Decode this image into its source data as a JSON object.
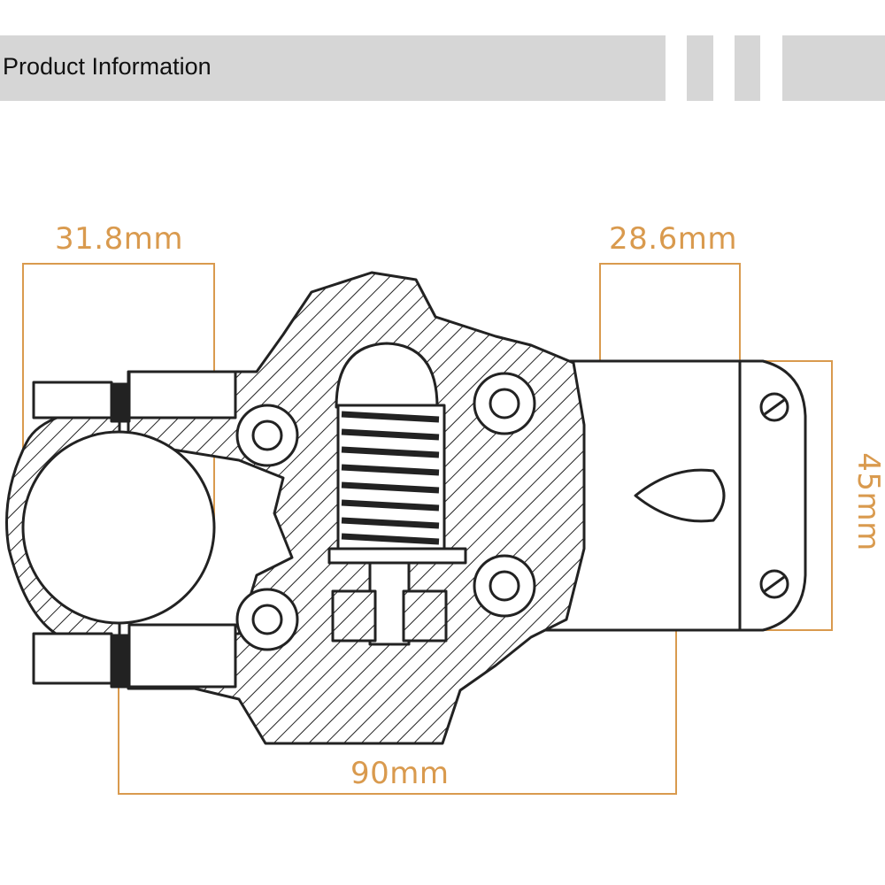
{
  "header": {
    "title": "Product Information"
  },
  "dimensions": {
    "handlebar_clamp": "31.8mm",
    "steerer_clamp": "28.6mm",
    "stem_height": "45mm",
    "stem_length": "90mm"
  },
  "colors": {
    "header_bg": "#d6d6d6",
    "dimension_lines": "#d99a4e",
    "outline": "#222222"
  }
}
